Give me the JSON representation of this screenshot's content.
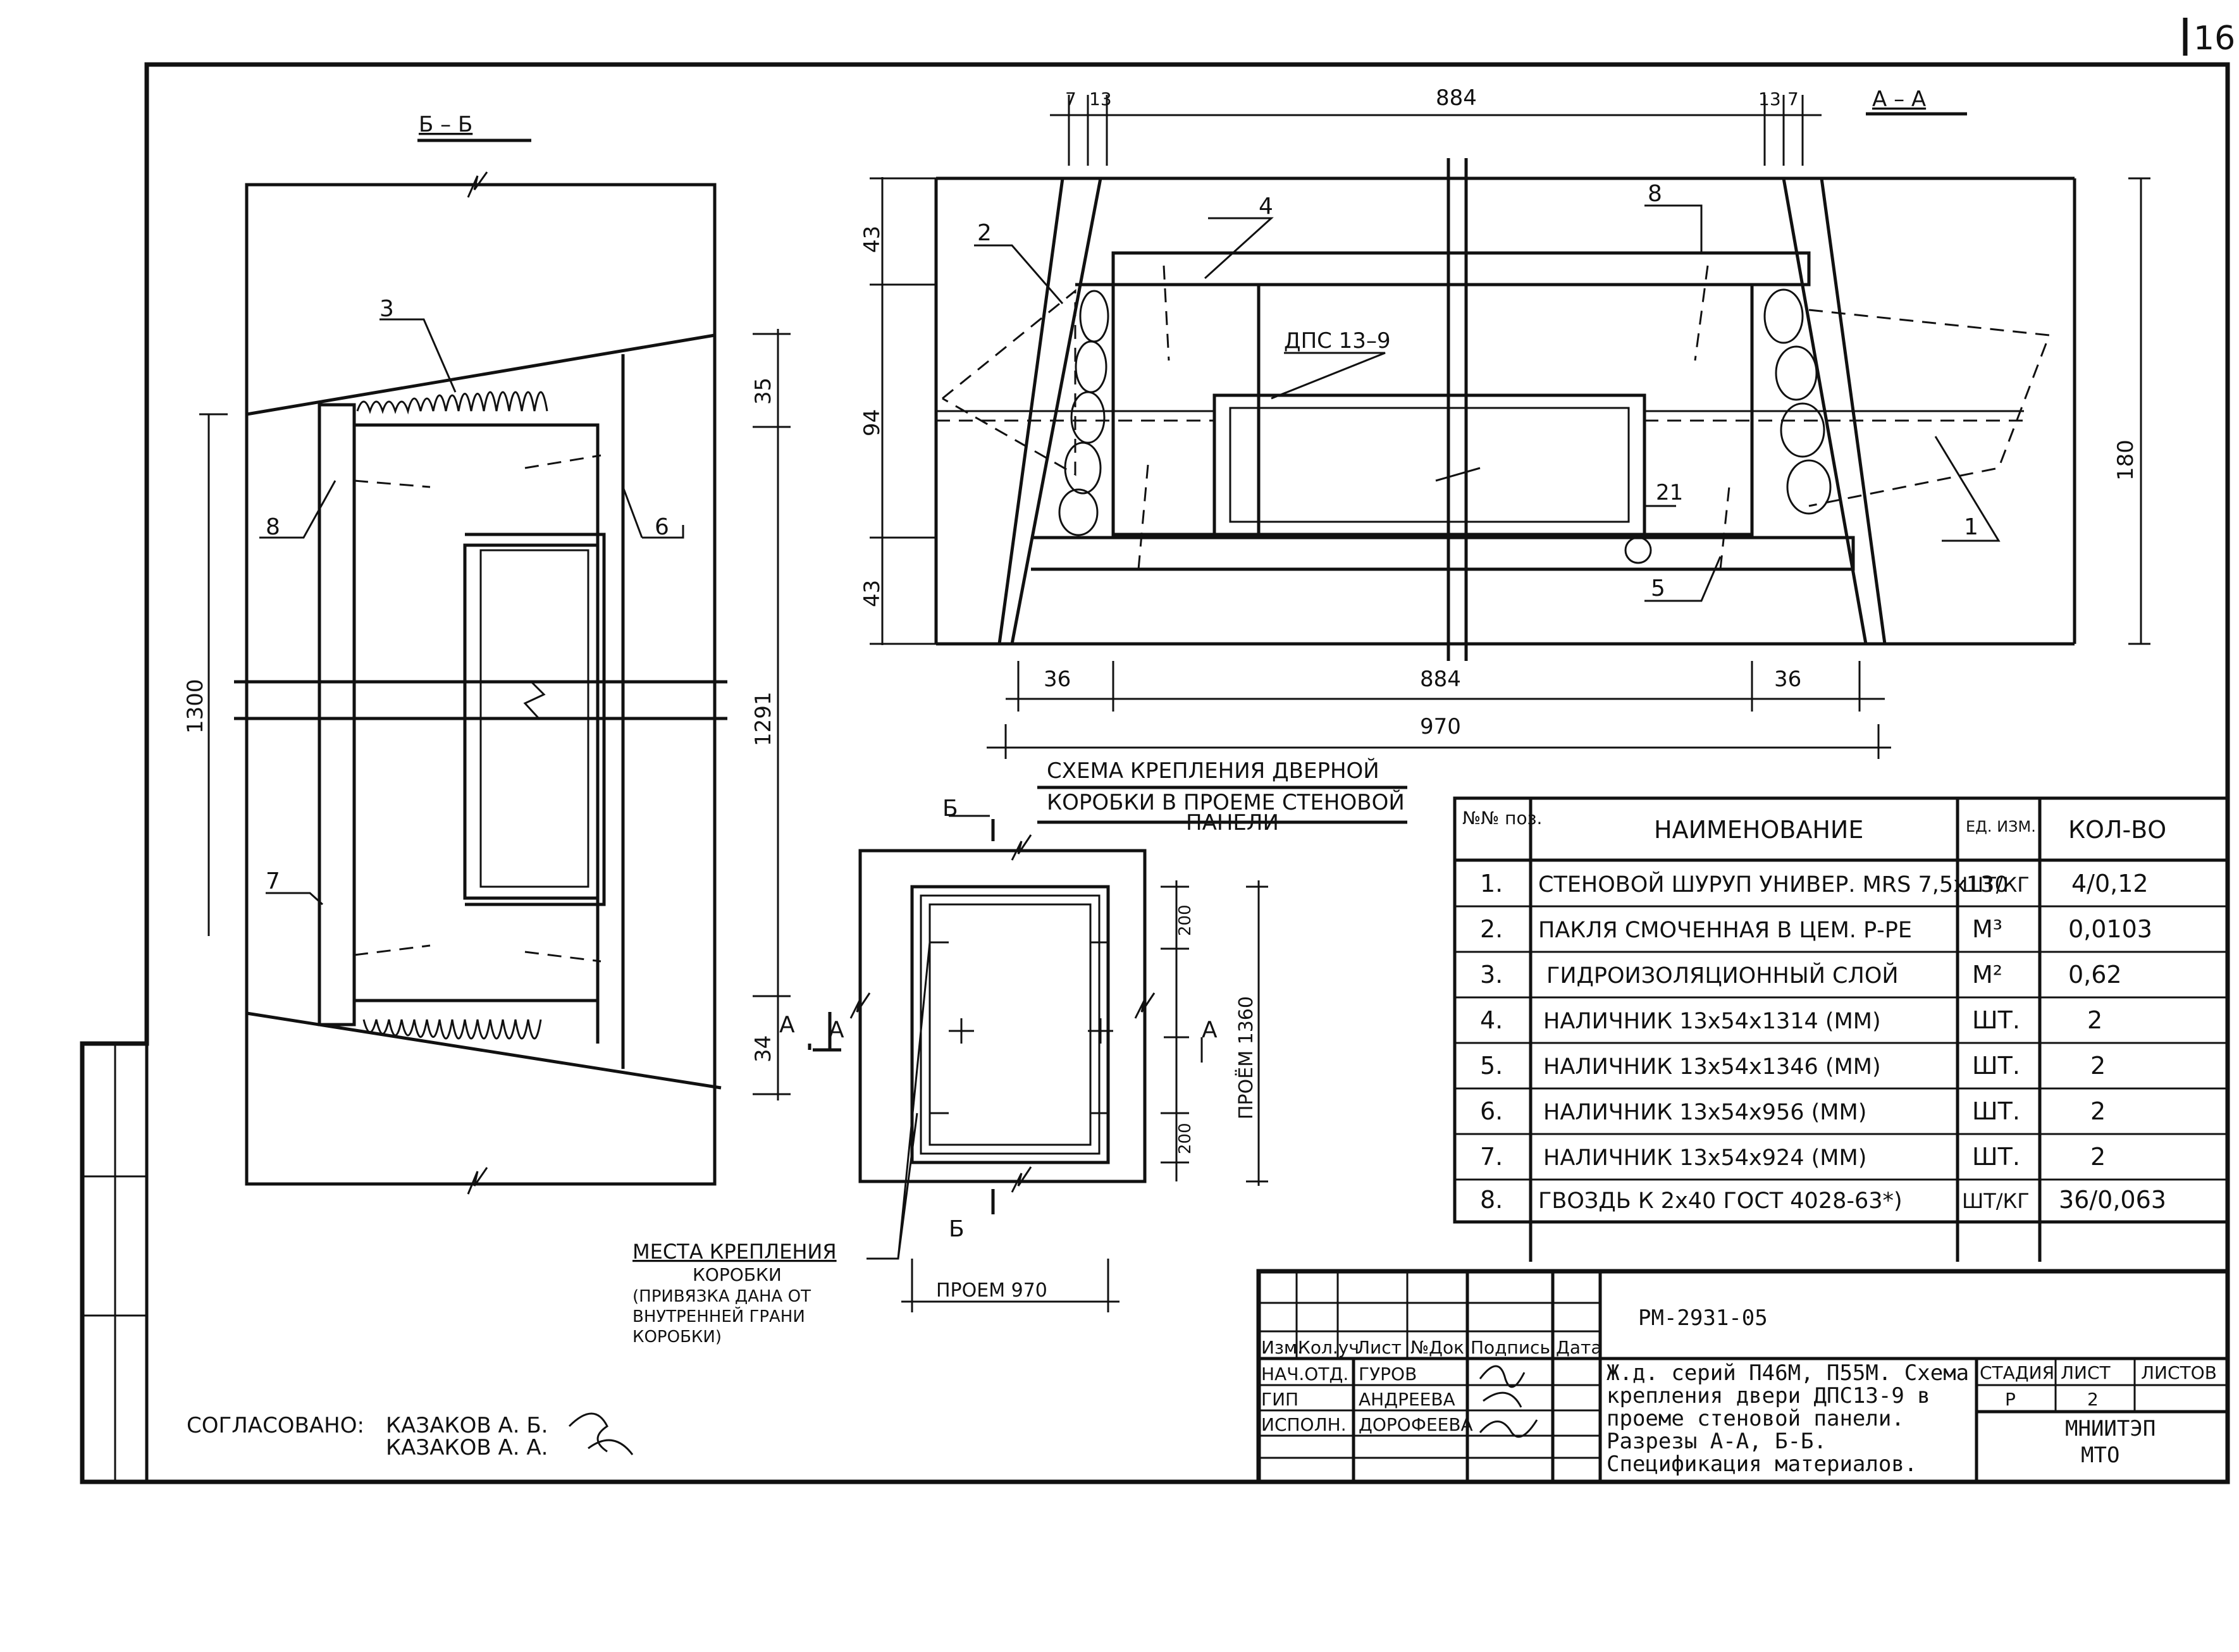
{
  "sheet": {
    "number": "16"
  },
  "section_bb": {
    "title": "Б – Б",
    "dim_1300": "1300",
    "dim_1291": "1291",
    "dim_35": "35",
    "dim_34": "34",
    "section_a_mark": "А",
    "pos_labels": [
      "3",
      "8",
      "6",
      "7"
    ]
  },
  "section_aa": {
    "title": "А – А",
    "top_dims": [
      "7",
      "13",
      "884",
      "13",
      "7"
    ],
    "dim_43_top": "43",
    "dim_94": "94",
    "dim_43_bot": "43",
    "dim_180": "180",
    "dim_21": "21",
    "door_label": "ДПС 13–9",
    "bottom_dims": [
      "36",
      "884",
      "36"
    ],
    "dim_970": "970",
    "pos_labels": [
      "2",
      "4",
      "8",
      "1",
      "5"
    ]
  },
  "scheme": {
    "caption_lines": [
      "СХЕМА КРЕПЛЕНИЯ ДВЕРНОЙ",
      "КОРОБКИ В ПРОЕМЕ СТЕНОВОЙ",
      "ПАНЕЛИ"
    ],
    "mark_b_top": "Б",
    "mark_b_bottom": "Б",
    "mark_a_left": "А",
    "mark_a_right": "А",
    "dim_200_top": "200",
    "dim_200_bottom": "200",
    "opening_height": "ПРОЁМ 1360",
    "opening_width": "ПРОЕМ 970",
    "fastening_note": [
      "МЕСТА КРЕПЛЕНИЯ",
      "КОРОБКИ",
      "(ПРИВЯЗКА ДАНА ОТ",
      "ВНУТРЕННЕЙ ГРАНИ",
      "КОРОБКИ)"
    ]
  },
  "spec_table": {
    "headers": [
      "№№ поз.",
      "НАИМЕНОВАНИЕ",
      "ЕД. ИЗМ.",
      "КОЛ-ВО"
    ],
    "rows": [
      {
        "pos": "1.",
        "name": "СТЕНОВОЙ ШУРУП УНИВЕР. MRS 7,5х130",
        "unit": "ШТ/КГ",
        "qty": "4/0,12"
      },
      {
        "pos": "2.",
        "name": "ПАКЛЯ СМОЧЕННАЯ В ЦЕМ. Р-РЕ",
        "unit": "М³",
        "qty": "0,0103"
      },
      {
        "pos": "3.",
        "name": "ГИДРОИЗОЛЯЦИОННЫЙ СЛОЙ",
        "unit": "М²",
        "qty": "0,62"
      },
      {
        "pos": "4.",
        "name": "НАЛИЧНИК 13х54х1314 (ММ)",
        "unit": "ШТ.",
        "qty": "2"
      },
      {
        "pos": "5.",
        "name": "НАЛИЧНИК 13х54х1346 (ММ)",
        "unit": "ШТ.",
        "qty": "2"
      },
      {
        "pos": "6.",
        "name": "НАЛИЧНИК 13х54х956 (ММ)",
        "unit": "ШТ.",
        "qty": "2"
      },
      {
        "pos": "7.",
        "name": "НАЛИЧНИК 13х54х924 (ММ)",
        "unit": "ШТ.",
        "qty": "2"
      },
      {
        "pos": "8.",
        "name": "ГВОЗДЬ К 2х40 ГОСТ 4028-63*)",
        "unit": "ШТ/КГ",
        "qty": "36/0,063"
      }
    ]
  },
  "title_block": {
    "code": "РМ-2931-05",
    "header_cells": [
      "Изм.",
      "Кол.уч",
      "Лист",
      "№Док",
      "Подпись",
      "Дата"
    ],
    "roles": [
      {
        "role": "НАЧ.ОТД.",
        "name": "ГУРОВ"
      },
      {
        "role": "ГИП",
        "name": "АНДРЕЕВА"
      },
      {
        "role": "ИСПОЛН.",
        "name": "ДОРОФЕЕВА"
      }
    ],
    "description_lines": [
      "Ж.д. серий П46М, П55М. Схема",
      "крепления двери ДПС13-9 в",
      "проеме стеновой панели.",
      "Разрезы А-А, Б-Б.",
      "Спецификация материалов."
    ],
    "stage_label": "СТАДИЯ",
    "sheet_label": "ЛИСТ",
    "sheets_label": "ЛИСТОВ",
    "stage_value": "Р",
    "sheet_value": "2",
    "org_lines": [
      "МНИИТЭП",
      "МТО"
    ]
  },
  "approval": {
    "label": "СОГЛАСОВАНО:",
    "names": [
      "КАЗАКОВ А. Б.",
      "КАЗАКОВ А. А."
    ]
  }
}
